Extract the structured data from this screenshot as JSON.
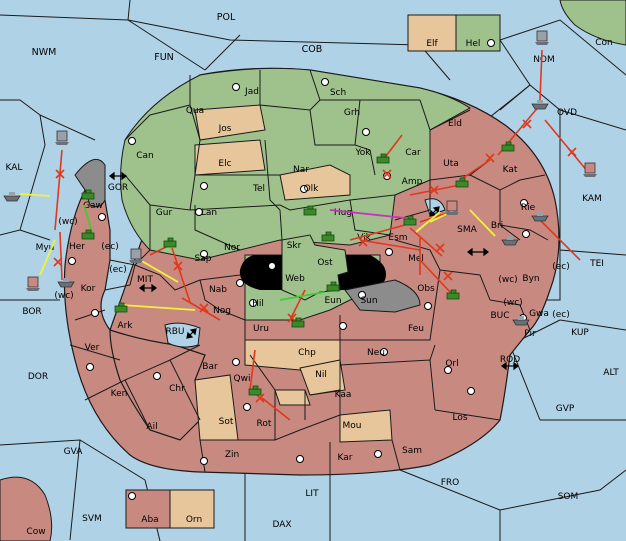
{
  "colors": {
    "sea": "#b0d2e6",
    "green": "#9fc28c",
    "tan": "#e8c69b",
    "red": "#c88a80",
    "grey": "#8c8c8c",
    "border": "#1a1a1a",
    "red_arrow": "#e0381c",
    "yellow_arrow": "#f2f23c",
    "green_arrow": "#3ecd32",
    "magenta_arrow": "#c832c0"
  },
  "legend_top": {
    "left_label": "Elf",
    "right_label": "Hel"
  },
  "legend_bottom": {
    "left_label": "Aba",
    "right_label": "Orn"
  },
  "sea_labels": {
    "pol": "POL",
    "nwm": "NWM",
    "fun": "FUN",
    "cob": "COB",
    "con": "Con",
    "nom": "NOM",
    "ovd": "OVD",
    "kal": "KAL",
    "gor": "GOR",
    "kam": "KAM",
    "sma": "SMA",
    "tei": "TEI",
    "bor": "BOR",
    "mit": "MIT",
    "rbu": "RBU",
    "buc": "BUC",
    "kup": "KUP",
    "dor": "DOR",
    "rod": "ROD",
    "alt": "ALT",
    "gvp": "GVP",
    "gva": "GVA",
    "fro": "FRO",
    "som": "SOM",
    "lit": "LIT",
    "svm": "SVM",
    "dax": "DAX",
    "cow": "Cow"
  },
  "territory_labels": {
    "jad": "Jad",
    "sch": "Sch",
    "qua": "Qua",
    "jos": "Jos",
    "grh": "Grh",
    "eld": "Eld",
    "can": "Can",
    "yok": "Yok",
    "car": "Car",
    "elc": "Elc",
    "nar": "Nar",
    "uta": "Uta",
    "amp": "Amp",
    "tel": "Tel",
    "olk": "Olk",
    "kat": "Kat",
    "gaw": "Gaw",
    "gur": "Gur",
    "hug": "Hug",
    "lan": "Lan",
    "rie": "Rie",
    "bri": "Bri",
    "her": "Her",
    "nor": "Nor",
    "skr": "Skr",
    "vik": "Vik",
    "esm": "Esm",
    "sap": "Sap",
    "ost": "Ost",
    "mel": "Mel",
    "myu": "Myu",
    "web": "Web",
    "byn": "Byn",
    "kor": "Kor",
    "nab": "Nab",
    "obs": "Obs",
    "eun": "Eun",
    "sun": "Sun",
    "hil": "Hil",
    "nog": "Nog",
    "gwa": "Gwa",
    "ark": "Ark",
    "uru": "Uru",
    "feu": "Feu",
    "pir": "Pir",
    "chp": "Chp",
    "neu": "Neu",
    "ver": "Ver",
    "orl": "Orl",
    "bar": "Bar",
    "qwi": "Qwi",
    "nil": "Nil",
    "ken": "Ken",
    "chr": "Chr",
    "kaa": "Kaa",
    "los": "Los",
    "sot": "Sot",
    "ail": "Ail",
    "rot": "Rot",
    "mou": "Mou",
    "sam": "Sam",
    "zin": "Zin",
    "kar": "Kar"
  },
  "coast_labels": {
    "wc": "(wc)",
    "ec": "(ec)"
  }
}
